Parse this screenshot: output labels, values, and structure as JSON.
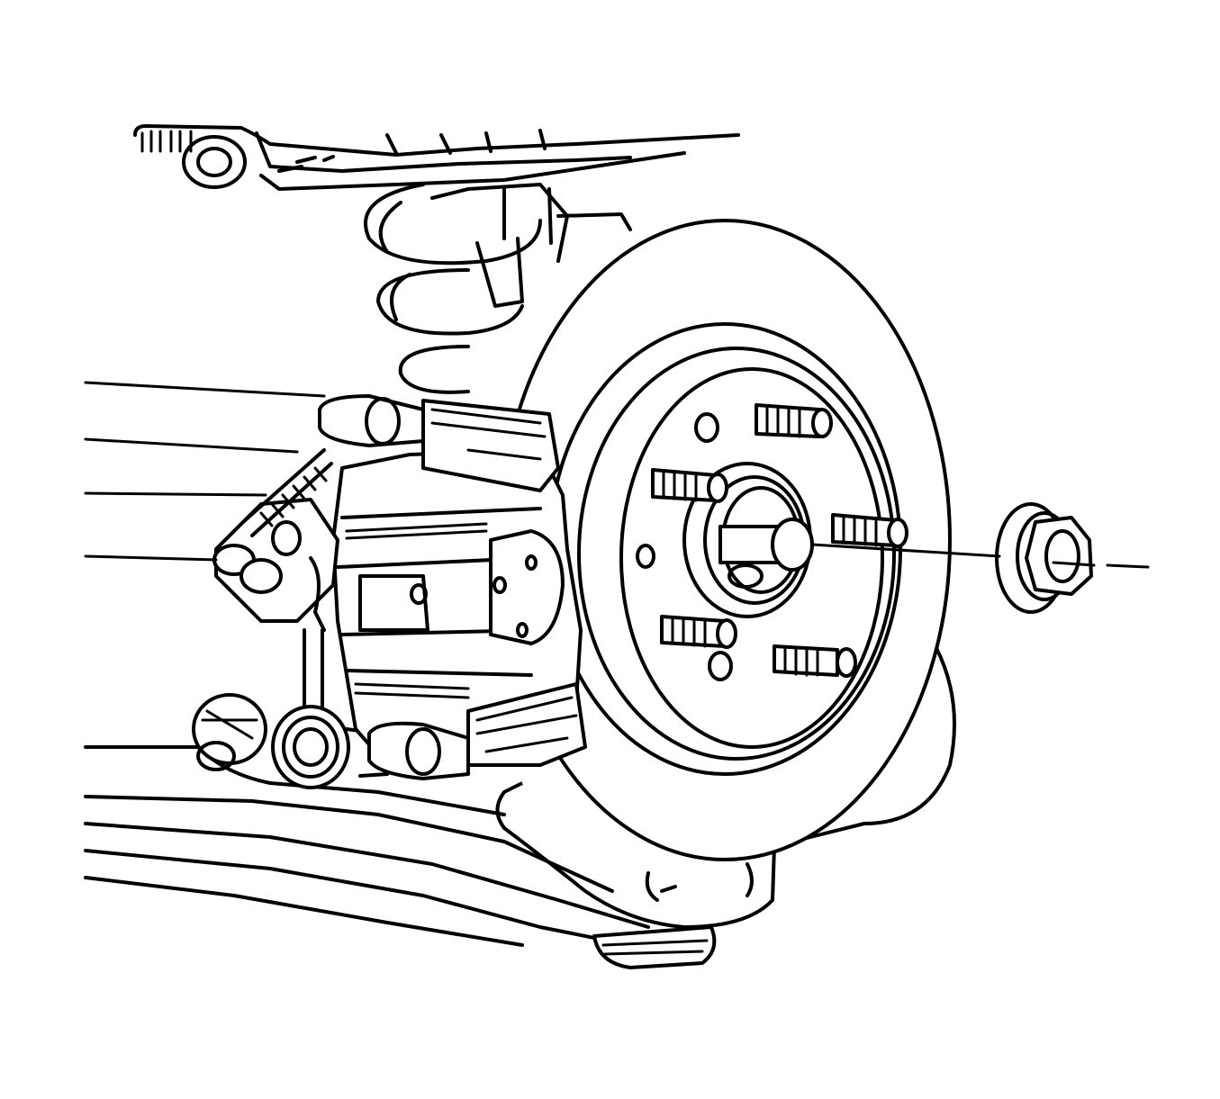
{
  "figure": {
    "callouts": [
      {
        "part": "caliper-upper-guide-pin"
      },
      {
        "part": "caliper-lower-guide-pin"
      },
      {
        "part": "caliper-bracket"
      },
      {
        "part": "hub-nut"
      }
    ]
  }
}
